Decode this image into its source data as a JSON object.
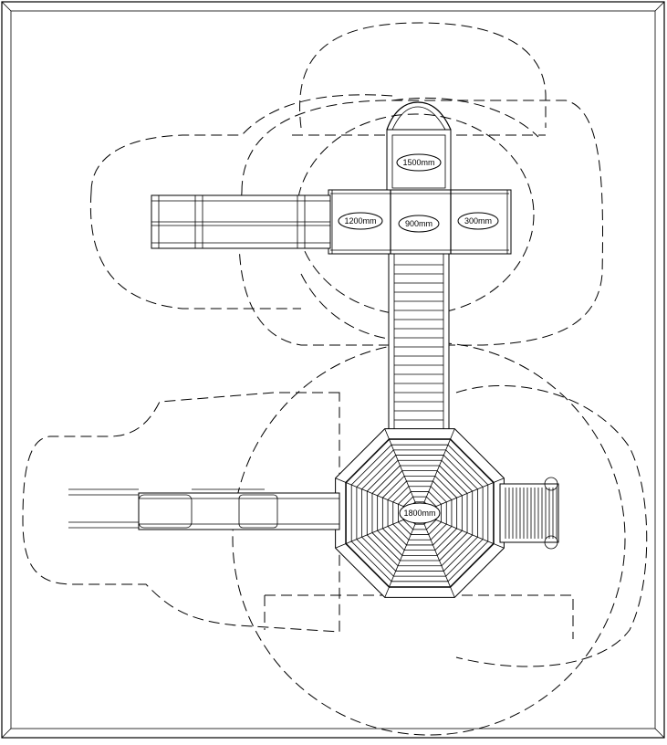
{
  "labels": {
    "tower_top": "1500mm",
    "deck_left": "1200mm",
    "deck_mid": "900mm",
    "deck_right": "300mm",
    "hex_center": "1800mm"
  }
}
